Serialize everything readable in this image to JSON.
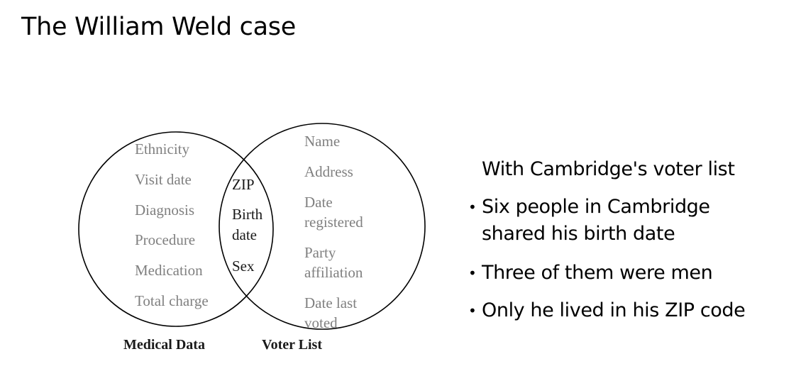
{
  "slide": {
    "title": "The William Weld case"
  },
  "venn": {
    "medical_only": [
      "Ethnicity",
      "Visit date",
      "Diagnosis",
      "Procedure",
      "Medication",
      "Total charge"
    ],
    "shared": [
      "ZIP",
      "Birth",
      "date",
      "Sex"
    ],
    "voter_only": [
      "Name",
      "Address",
      "Date",
      "registered",
      "Party",
      "affiliation",
      "Date last",
      "voted"
    ],
    "left_caption": "Medical Data",
    "right_caption": "Voter List"
  },
  "notes": {
    "heading": "With Cambridge's voter list",
    "bullets": [
      {
        "line1": "Six people in Cambridge",
        "line2": "shared his birth date"
      },
      {
        "line1": "Three of them were men"
      },
      {
        "line1": "Only he lived in his ZIP code"
      }
    ]
  }
}
